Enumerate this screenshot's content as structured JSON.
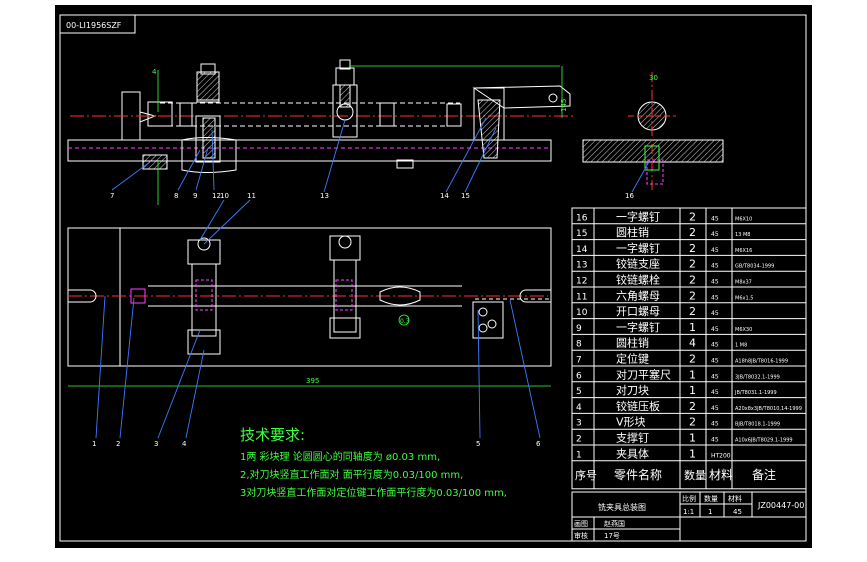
{
  "drawing": {
    "code_box": "00-LI1956SZF",
    "dim_top_left": "4",
    "dim_top_right_vertical": "145",
    "dim_section_top": "30",
    "dim_bottom": "395",
    "mark_circle": "0.3"
  },
  "callouts_top": [
    "7",
    "8",
    "9",
    "12",
    "14",
    "15"
  ],
  "callouts_mid": [
    "10",
    "11",
    "13",
    "16"
  ],
  "callouts_bottom": [
    "1",
    "2",
    "3",
    "4",
    "5",
    "6"
  ],
  "tech_requirements": {
    "title": "技术要求:",
    "lines": [
      "1两 彩块理 论圆圆心的同轴度为 ø0.03 mm,",
      "2,对刀块竖直工作面对 面平行度为0.03/100 mm,",
      "3对刀块竖直工作面对定位键工作面平行度为0.03/100 mm,"
    ]
  },
  "bom": {
    "rows": [
      {
        "no": "16",
        "name": "一字螺钉",
        "qty": "2",
        "mat": "45",
        "note": "M6X10"
      },
      {
        "no": "15",
        "name": "圆柱销",
        "qty": "2",
        "mat": "45",
        "note": "13 M8"
      },
      {
        "no": "14",
        "name": "一字螺钉",
        "qty": "2",
        "mat": "45",
        "note": "M6X16"
      },
      {
        "no": "13",
        "name": "铰链支座",
        "qty": "2",
        "mat": "45",
        "note": "GB/T8034-1999"
      },
      {
        "no": "12",
        "name": "铰链螺栓",
        "qty": "2",
        "mat": "45",
        "note": "M8x37"
      },
      {
        "no": "11",
        "name": "六角螺母",
        "qty": "2",
        "mat": "45",
        "note": "M6x1.5"
      },
      {
        "no": "10",
        "name": "开口螺母",
        "qty": "2",
        "mat": "45",
        "note": ""
      },
      {
        "no": "9",
        "name": "一字螺钉",
        "qty": "1",
        "mat": "45",
        "note": "M6X30"
      },
      {
        "no": "8",
        "name": "圆柱销",
        "qty": "4",
        "mat": "45",
        "note": "1 M8"
      },
      {
        "no": "7",
        "name": "定位键",
        "qty": "2",
        "mat": "45",
        "note": "A18h8JB/T8016-1999"
      },
      {
        "no": "6",
        "name": "对刀平塞尺",
        "qty": "1",
        "mat": "45",
        "note": "3JB/T8032.1-1999"
      },
      {
        "no": "5",
        "name": "对刀块",
        "qty": "1",
        "mat": "45",
        "note": "JB/T8031.1-1999"
      },
      {
        "no": "4",
        "name": "铰链压板",
        "qty": "2",
        "mat": "45",
        "note": "A20x8x3JB/T8010,14-1999"
      },
      {
        "no": "3",
        "name": "V形块",
        "qty": "2",
        "mat": "45",
        "note": "BJB/T8018.1-1999"
      },
      {
        "no": "2",
        "name": "支撑钉",
        "qty": "1",
        "mat": "45",
        "note": "A10x6JB/T8029.1-1999"
      },
      {
        "no": "1",
        "name": "夹具体",
        "qty": "1",
        "mat": "HT200",
        "note": ""
      }
    ],
    "header": {
      "no": "序号",
      "name": "零件名称",
      "qty": "数量",
      "mat": "材料",
      "note": "备注"
    }
  },
  "title_block": {
    "drawing_name": "铣夹具总装图",
    "scale_label": "比例",
    "qty_label": "数量",
    "mat_label": "材料",
    "scale_value": "1:1",
    "qty_value": "1",
    "mat_value": "45",
    "code": "JZ00447-00",
    "drawn_label": "画图",
    "drawn_value": "赵燕国",
    "check_label": "审核",
    "check_value": "17号"
  },
  "colors": {
    "sheet": "#000000",
    "line": "#ffffff",
    "centerline": "#ff3030",
    "hidden": "#ff40ff",
    "dim": "#3dff3d",
    "leader": "#3a7bff",
    "hatch": "#ffffff"
  }
}
